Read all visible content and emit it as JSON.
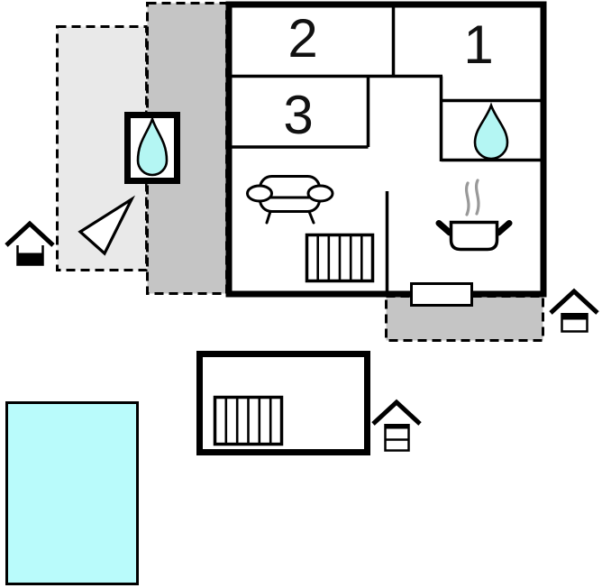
{
  "plan": {
    "kind": "vacation-house-floor-plan",
    "rooms": {
      "room1_label": "1",
      "room2_label": "2",
      "room3_label": "3"
    },
    "colors": {
      "water": "#b4f6f3",
      "pool": "#b9fbfb",
      "terrace_light": "#e9e9e9",
      "terrace_dark": "#c5c5c5",
      "wall": "#000000",
      "steam": "#999999"
    },
    "icons": {
      "water_drop": "teardrop",
      "sofa": "couch-pictogram",
      "radiator": "striped-grid",
      "stove": "pot-with-steam",
      "house_entrance": "house-marker",
      "direction_arrow": "triangle-pointer"
    }
  }
}
